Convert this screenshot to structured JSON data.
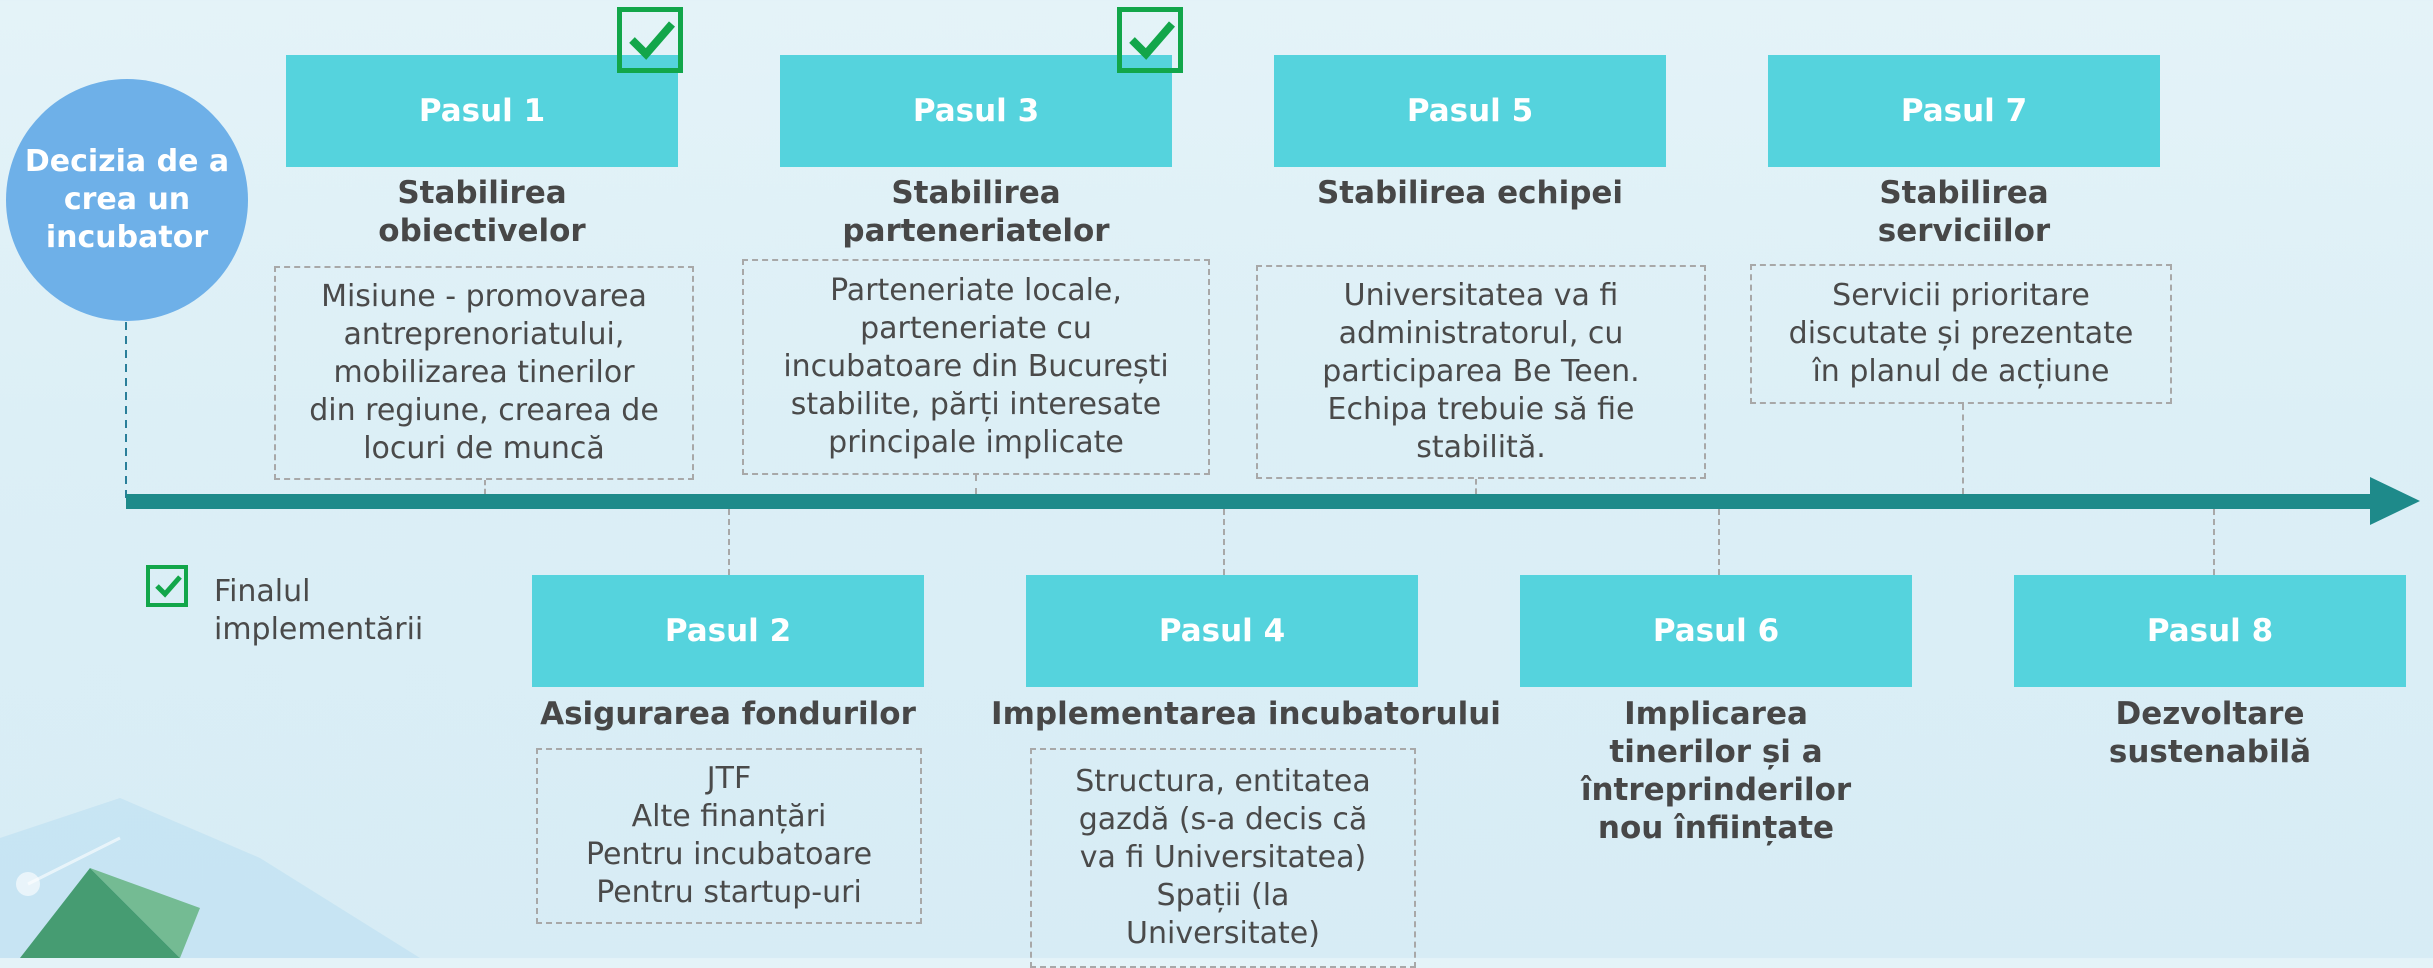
{
  "colors": {
    "timeline": "#1e8a8a",
    "header_fill": "#55d3dd",
    "start_circle": "#6eb0e8",
    "check_green": "#12a64a",
    "text": "#474747"
  },
  "start": {
    "label": "Decizia de a\ncrea un\nincubator"
  },
  "legend": {
    "icon": "checkbox-checked-icon",
    "label": "Finalul\nimplementării"
  },
  "steps": [
    {
      "header": "Pasul 1",
      "title": "Stabilirea\nobiectivelor",
      "box": "Misiune - promovarea\nantreprenoriatului,\nmobilizarea tinerilor\ndin regiune, crearea de\nlocuri de muncă",
      "completed": true
    },
    {
      "header": "Pasul 2",
      "title": "Asigurarea fondurilor",
      "box": "JTF\nAlte finanțări\nPentru incubatoare\nPentru startup-uri",
      "completed": false
    },
    {
      "header": "Pasul 3",
      "title": "Stabilirea\nparteneriatelor",
      "box": "Parteneriate locale,\nparteneriate cu\nincubatoare din București\nstabilite, părți interesate\nprincipale implicate",
      "completed": true
    },
    {
      "header": "Pasul 4",
      "title": "Implementarea incubatorului",
      "box": "Structura, entitatea\ngazdă (s-a decis că\nva fi Universitatea)\nSpații (la\nUniversitate)",
      "completed": false
    },
    {
      "header": "Pasul 5",
      "title": "Stabilirea echipei",
      "box": "Universitatea va fi\nadministratorul, cu\nparticiparea Be Teen.\nEchipa trebuie să fie\nstabilită.",
      "completed": false
    },
    {
      "header": "Pasul 6",
      "title": "Implicarea\ntinerilor și a\nîntreprinderilor\nnou înființate",
      "box": "",
      "completed": false
    },
    {
      "header": "Pasul 7",
      "title": "Stabilirea\nserviciilor",
      "box": "Servicii prioritare\ndiscutate și prezentate\nîn planul de acțiune",
      "completed": false
    },
    {
      "header": "Pasul 8",
      "title": "Dezvoltare\nsustenabilă",
      "box": "",
      "completed": false
    }
  ]
}
